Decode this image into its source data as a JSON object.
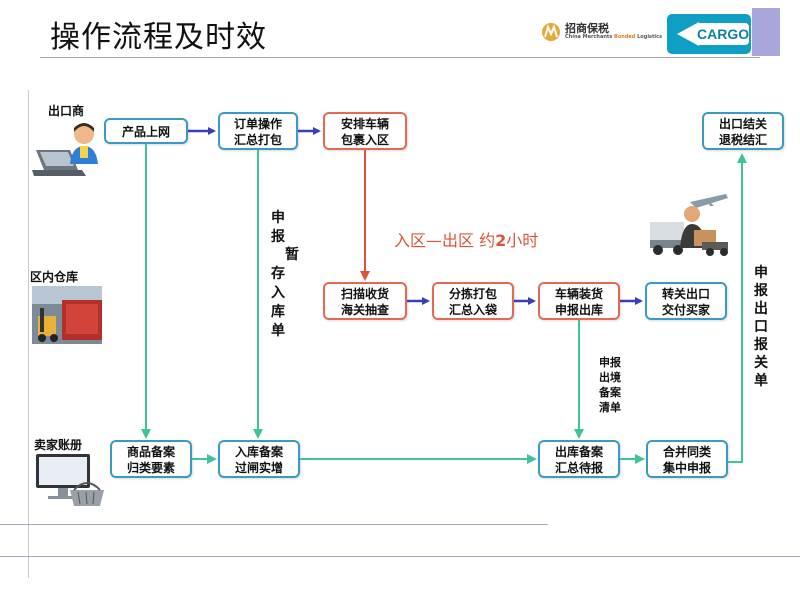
{
  "title": "操作流程及时效",
  "logo": {
    "cn": "招商保税",
    "en_pre": "China Merchants ",
    "en_bonded": "Bonded",
    "en_post": " Logistics",
    "badge": "CARGO"
  },
  "lanes": {
    "exporter": "出口商",
    "warehouse": "区内仓库",
    "seller": "卖家账册"
  },
  "nodes": {
    "product_online": "产品上网",
    "order_op_1": "订单操作",
    "order_op_2": "汇总打包",
    "arrange_1": "安排车辆",
    "arrange_2": "包裹入区",
    "scan_1": "扫描收货",
    "scan_2": "海关抽查",
    "sort_1": "分拣打包",
    "sort_2": "汇总入袋",
    "load_1": "车辆装货",
    "load_2": "申报出库",
    "transfer_1": "转关出口",
    "transfer_2": "交付买家",
    "settle_1": "出口结关",
    "settle_2": "退税结汇",
    "product_rec_1": "商品备案",
    "product_rec_2": "归类要素",
    "inbound_1": "入库备案",
    "inbound_2": "过闸实增",
    "outbound_1": "出库备案",
    "outbound_2": "汇总待报",
    "merge_1": "合并同类",
    "merge_2": "集中申报"
  },
  "labels": {
    "temp_storage": [
      "申",
      "报",
      "暂",
      "存",
      "入",
      "库",
      "单"
    ],
    "outbound_list": [
      "申报",
      "出境",
      "备案",
      "清单"
    ],
    "export_declare": [
      "申",
      "报",
      "出",
      "口",
      "报",
      "关",
      "单"
    ],
    "time_prefix": "入区—出区 约",
    "time_num": "2",
    "time_suffix": "小时"
  },
  "colors": {
    "blue_arrow": "#3a3fb8",
    "green_arrow": "#3fc49a",
    "red_arrow": "#e0533b",
    "node_border": "#3a9ac4",
    "node_border_red": "#e06a54"
  }
}
